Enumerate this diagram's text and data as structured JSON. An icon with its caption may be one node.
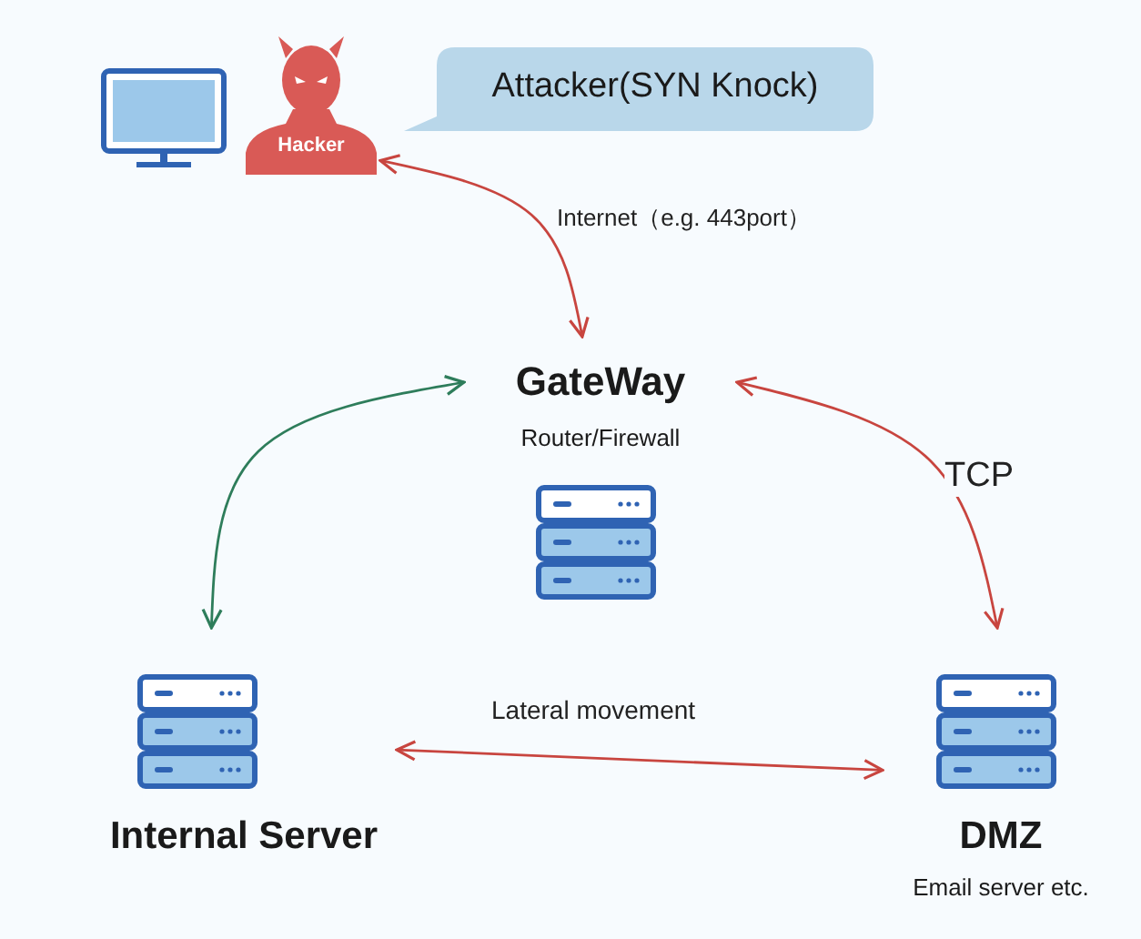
{
  "diagram": {
    "nodes": [
      {
        "text": [
          "Hacker"
        ]
      },
      {
        "text": [
          "Attacker(SYN Knock)"
        ]
      },
      {
        "text": [
          "GateWay",
          "Router/Firewall"
        ]
      },
      {
        "text": [
          "Internal Server"
        ]
      },
      {
        "text": [
          "DMZ",
          "Email server etc."
        ]
      }
    ],
    "edges": [
      {
        "from": 0,
        "to": 2,
        "arrow": "both",
        "label": "Internet（e.g. 443port）"
      },
      {
        "from": 2,
        "to": 3,
        "arrow": "both",
        "color": "#2e7d5b"
      },
      {
        "from": 2,
        "to": 4,
        "arrow": "both",
        "label": "TCP"
      },
      {
        "from": 3,
        "to": 4,
        "arrow": "both",
        "label": "Lateral movement"
      }
    ]
  }
}
